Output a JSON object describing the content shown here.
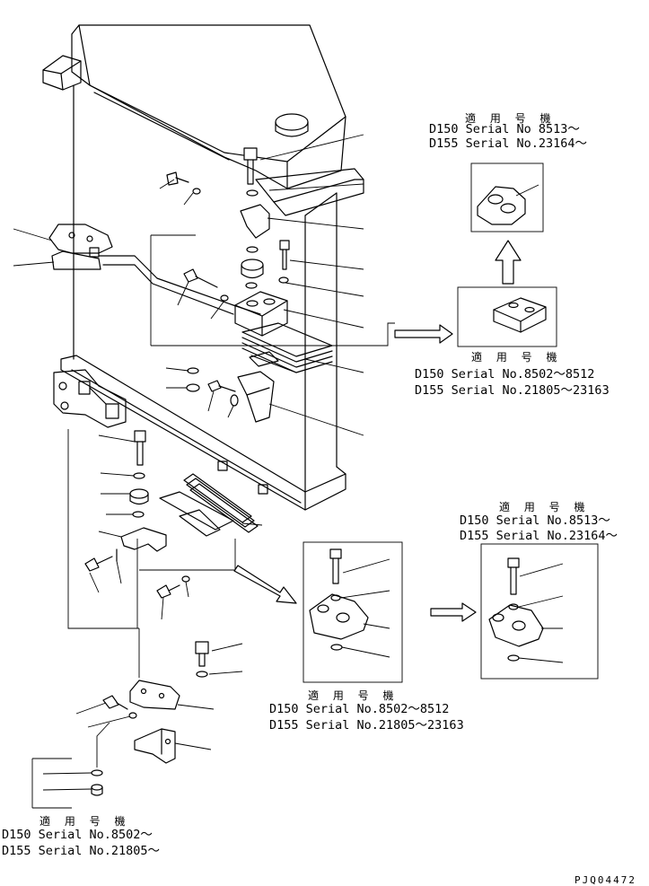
{
  "callouts": {
    "top_right": {
      "title": "適 用 号 機",
      "line1": "D150 Serial No 8513～",
      "line2": "D155 Serial No.23164～"
    },
    "mid_right": {
      "title": "適 用 号 機",
      "line1": "D150 Serial No.8502～8512",
      "line2": "D155 Serial No.21805～23163"
    },
    "lower_right": {
      "title": "適 用 号 機",
      "line1": "D150 Serial No.8513～",
      "line2": "D155 Serial No.23164～"
    },
    "lower_center": {
      "title": "適 用 号 機",
      "line1": "D150 Serial No.8502～8512",
      "line2": "D155 Serial No.21805～23163"
    },
    "bottom_left": {
      "title": "適 用 号 機",
      "line1": "D150 Serial No.8502～",
      "line2": "D155 Serial No.21805～"
    }
  },
  "drawing_code": "PJQ04472"
}
